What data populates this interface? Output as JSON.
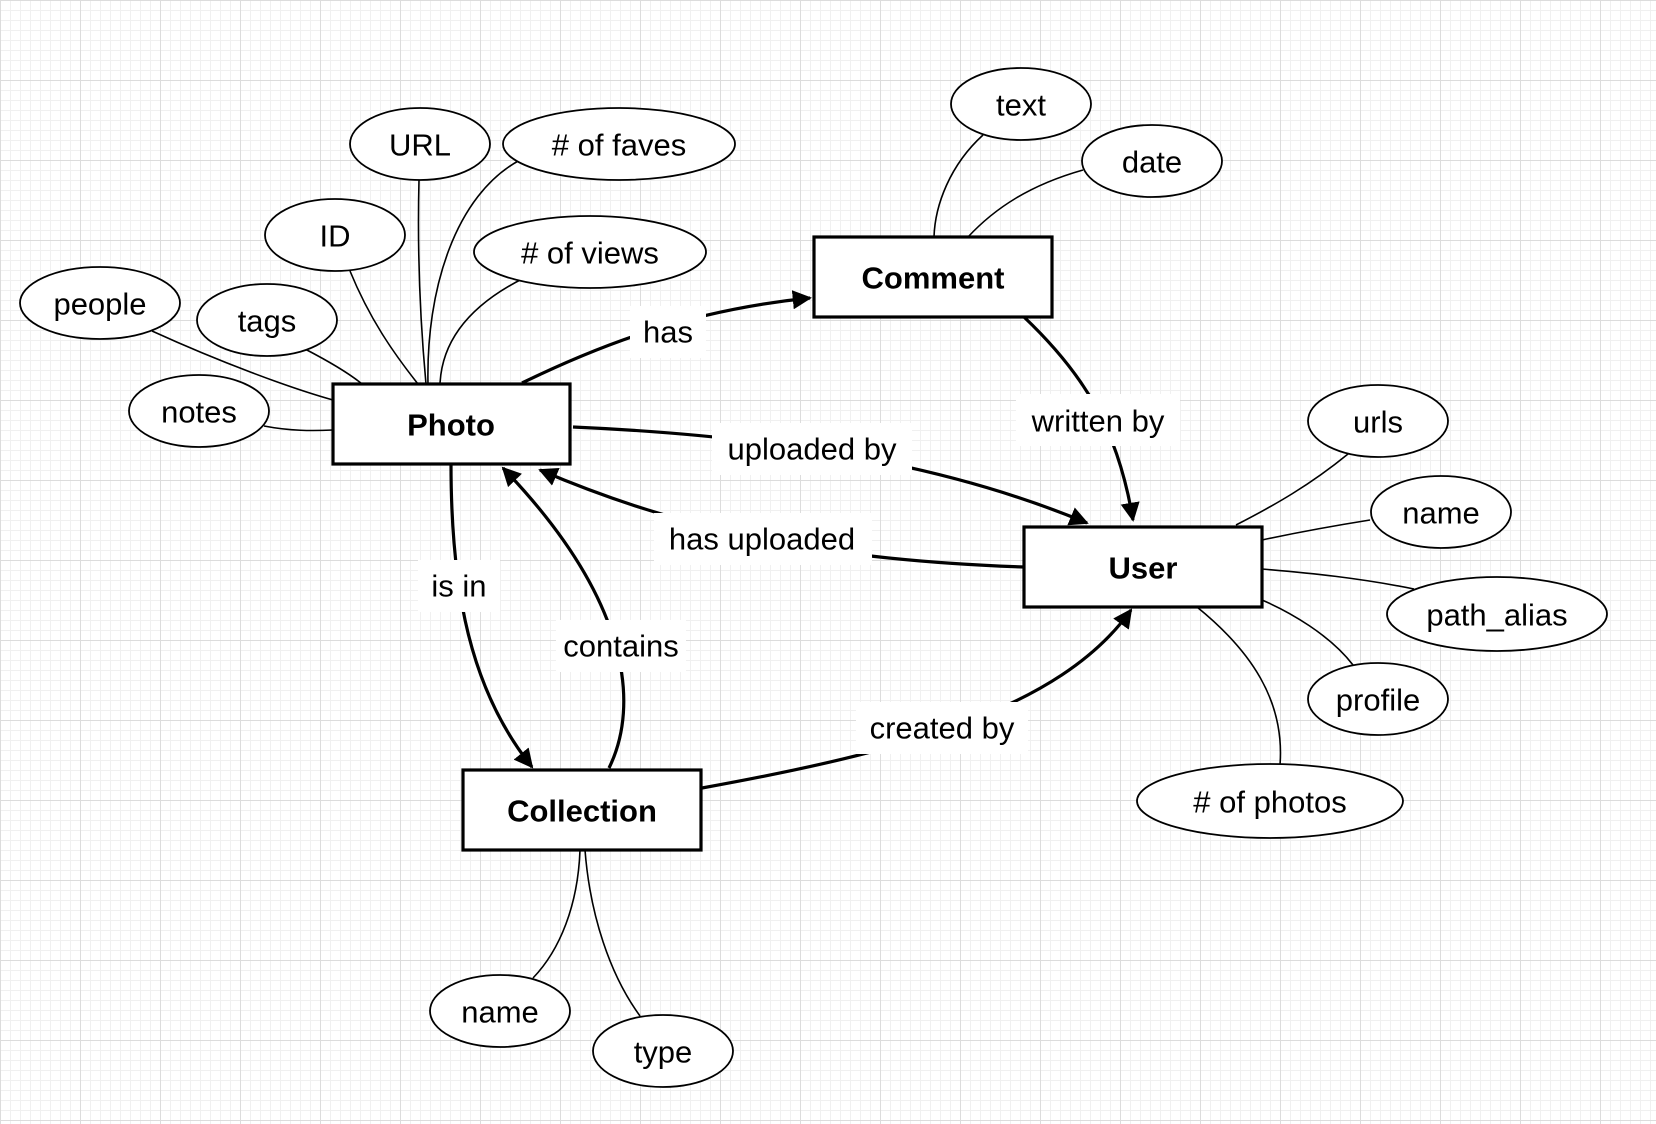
{
  "entities": {
    "photo": "Photo",
    "comment": "Comment",
    "user": "User",
    "collection": "Collection"
  },
  "attributes": {
    "photo": {
      "url": "URL",
      "faves": "# of faves",
      "id": "ID",
      "views": "# of views",
      "people": "people",
      "tags": "tags",
      "notes": "notes"
    },
    "comment": {
      "text": "text",
      "date": "date"
    },
    "user": {
      "urls": "urls",
      "name": "name",
      "path_alias": "path_alias",
      "profile": "profile",
      "photos": "# of photos"
    },
    "collection": {
      "name": "name",
      "type": "type"
    }
  },
  "relationships": {
    "has": "has",
    "written_by": "written by",
    "uploaded_by": "uploaded by",
    "has_uploaded": "has uploaded",
    "is_in": "is in",
    "contains": "contains",
    "created_by": "created by"
  }
}
